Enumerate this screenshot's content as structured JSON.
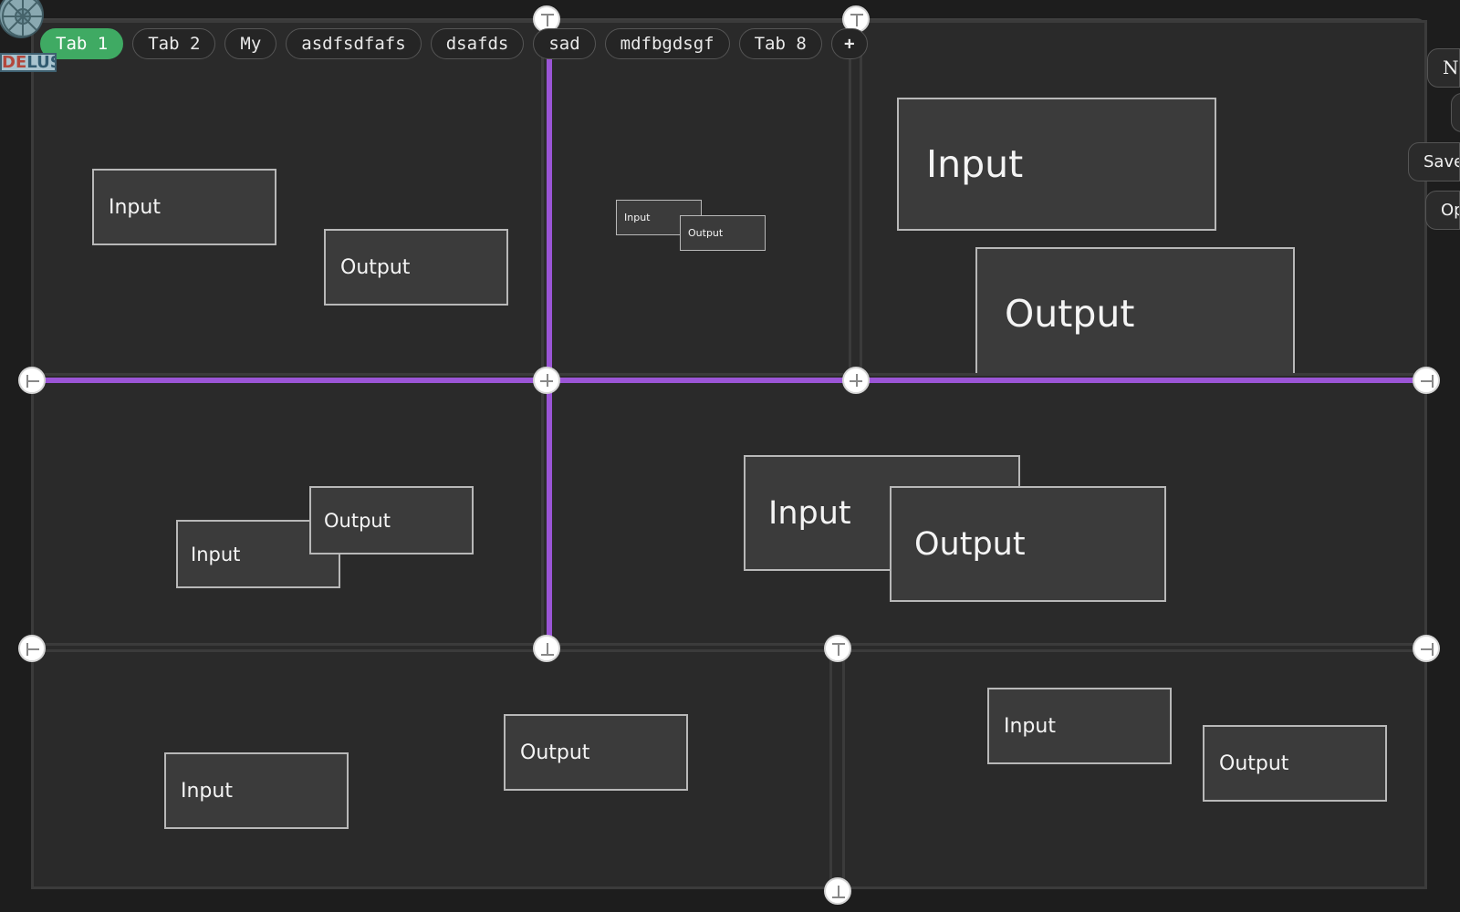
{
  "tabs": [
    {
      "label": "Tab 1",
      "active": true
    },
    {
      "label": "Tab 2"
    },
    {
      "label": "My"
    },
    {
      "label": "asdfsdfafs"
    },
    {
      "label": "dsafds"
    },
    {
      "label": "sad"
    },
    {
      "label": "mdfbgdsgf"
    },
    {
      "label": "Tab 8"
    },
    {
      "label": "+"
    }
  ],
  "logo": {
    "text_accent": "DE",
    "text_main": "LUS"
  },
  "side_buttons": [
    {
      "label": "N"
    },
    {
      "label": ""
    },
    {
      "label": "Save"
    },
    {
      "label": "Op"
    }
  ],
  "panes": [
    {
      "nodes": [
        {
          "label": "Input"
        },
        {
          "label": "Output"
        }
      ]
    },
    {
      "nodes": [
        {
          "label": "Input"
        },
        {
          "label": "Output"
        }
      ]
    },
    {
      "nodes": [
        {
          "label": "Input"
        },
        {
          "label": "Output"
        }
      ]
    },
    {
      "nodes": [
        {
          "label": "Input"
        },
        {
          "label": "Output"
        }
      ]
    },
    {
      "nodes": [
        {
          "label": "Input"
        },
        {
          "label": "Output"
        }
      ]
    },
    {
      "nodes": [
        {
          "label": "Input"
        },
        {
          "label": "Output"
        }
      ]
    },
    {
      "nodes": [
        {
          "label": "Input"
        },
        {
          "label": "Output"
        }
      ]
    }
  ],
  "colors": {
    "active_tab": "#3faa63",
    "split_highlight": "#9b55d6",
    "background": "#1d1d1d",
    "pane": "#2a2a2a",
    "node": "#3b3b3b"
  },
  "icons": {
    "split_handle": "split-handle-icon",
    "add_tab": "plus-icon"
  }
}
